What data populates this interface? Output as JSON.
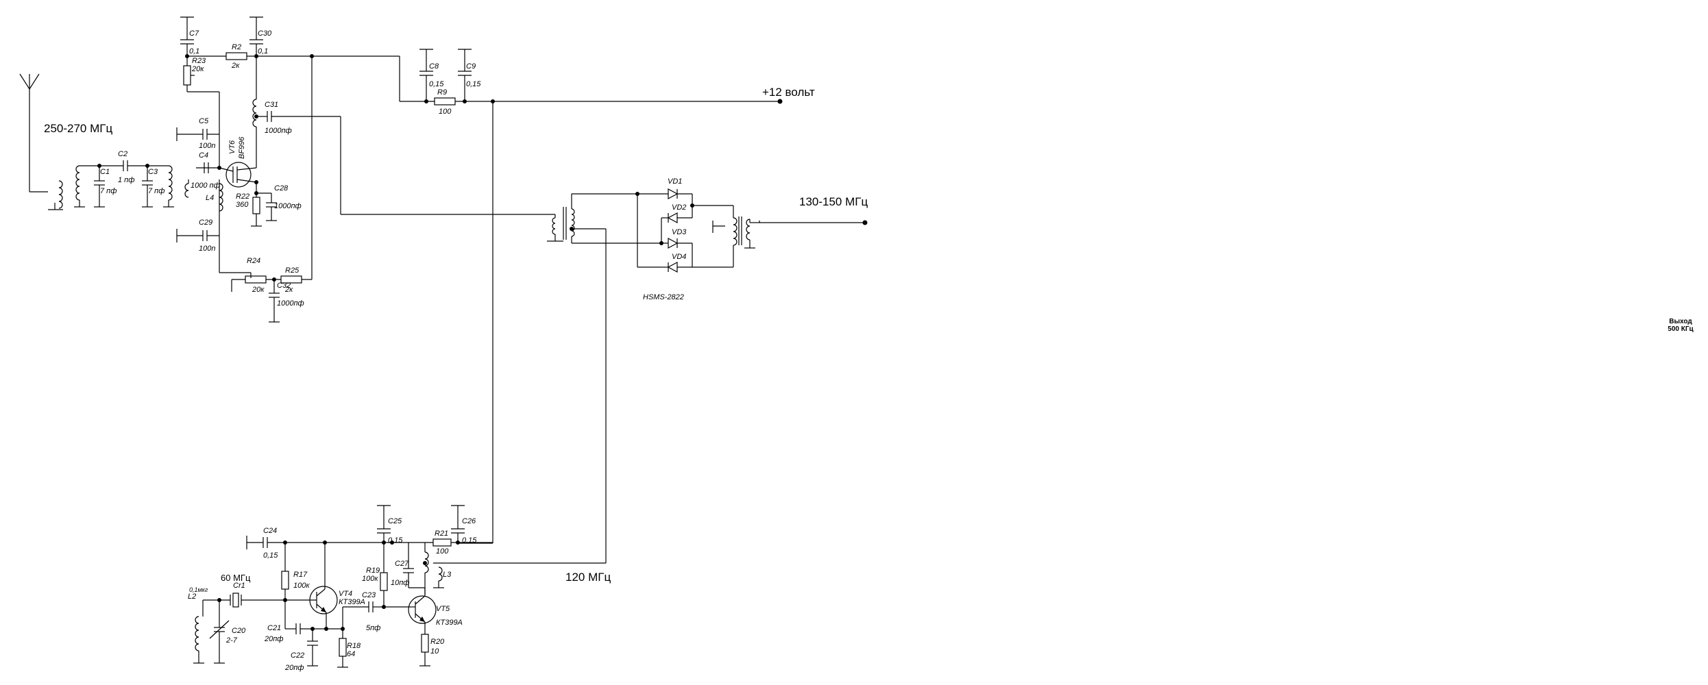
{
  "labels": {
    "freq_in": "250-270 МГц",
    "supply": "+12 вольт",
    "freq_if": "130-150 МГц",
    "freq_lo": "120 МГц",
    "freq_xtal": "60 МГц",
    "mixer_part": "HSMS-2822",
    "output_line1": "Выход",
    "output_line2": "500 КГц"
  },
  "components": {
    "C7": "C7",
    "C7v": "0,1",
    "C30": "C30",
    "C30v": "0,1",
    "R2": "R2",
    "R2v": "2к",
    "R23": "R23",
    "R23v": "20к",
    "C8": "C8",
    "C8v": "0,15",
    "C9": "C9",
    "C9v": "0,15",
    "R9": "R9",
    "R9v": "100",
    "C31": "C31",
    "C31v": "1000пф",
    "C5": "C5",
    "C5v": "100n",
    "VT6": "VT6",
    "VT6v": "BF996",
    "C1": "C1",
    "C1v": "7 пф",
    "C2": "C2",
    "C2v": "1 пф",
    "C3": "C3",
    "C3v": "7 пф",
    "C4": "C4",
    "C4v": "1000 пф",
    "L4": "L4",
    "R22": "R22",
    "R22v": "360",
    "C28": "C28",
    "C28v": "1000пф",
    "C29": "C29",
    "C29v": "100n",
    "R24": "R24",
    "R24v": "20к",
    "R25": "R25",
    "R25v": "2к",
    "C32": "C32",
    "C32v": "1000пф",
    "VD1": "VD1",
    "VD2": "VD2",
    "VD3": "VD3",
    "VD4": "VD4",
    "C24": "C24",
    "C24v": "0,15",
    "C25": "C25",
    "C25v": "0,15",
    "C26": "C26",
    "C26v": "0,15",
    "R21": "R21",
    "R21v": "100",
    "L3": "L3",
    "C27": "C27",
    "C27v": "10пф",
    "R19": "R19",
    "R19v": "100к",
    "R17": "R17",
    "R17v": "100к",
    "VT4": "VT4",
    "VT4v": "КТ399А",
    "C23": "C23",
    "C23v": "5пф",
    "VT5": "VT5",
    "VT5v": "КТ399А",
    "R20": "R20",
    "R20v": "10",
    "C21": "C21",
    "C21v": "20пф",
    "C22": "C22",
    "C22v": "20пф",
    "R18": "R18",
    "R18v": "64",
    "C20": "C20",
    "C20v": "2-7",
    "L2": "L2",
    "L2v": "0,1мкг",
    "Cr1": "Cr1"
  }
}
